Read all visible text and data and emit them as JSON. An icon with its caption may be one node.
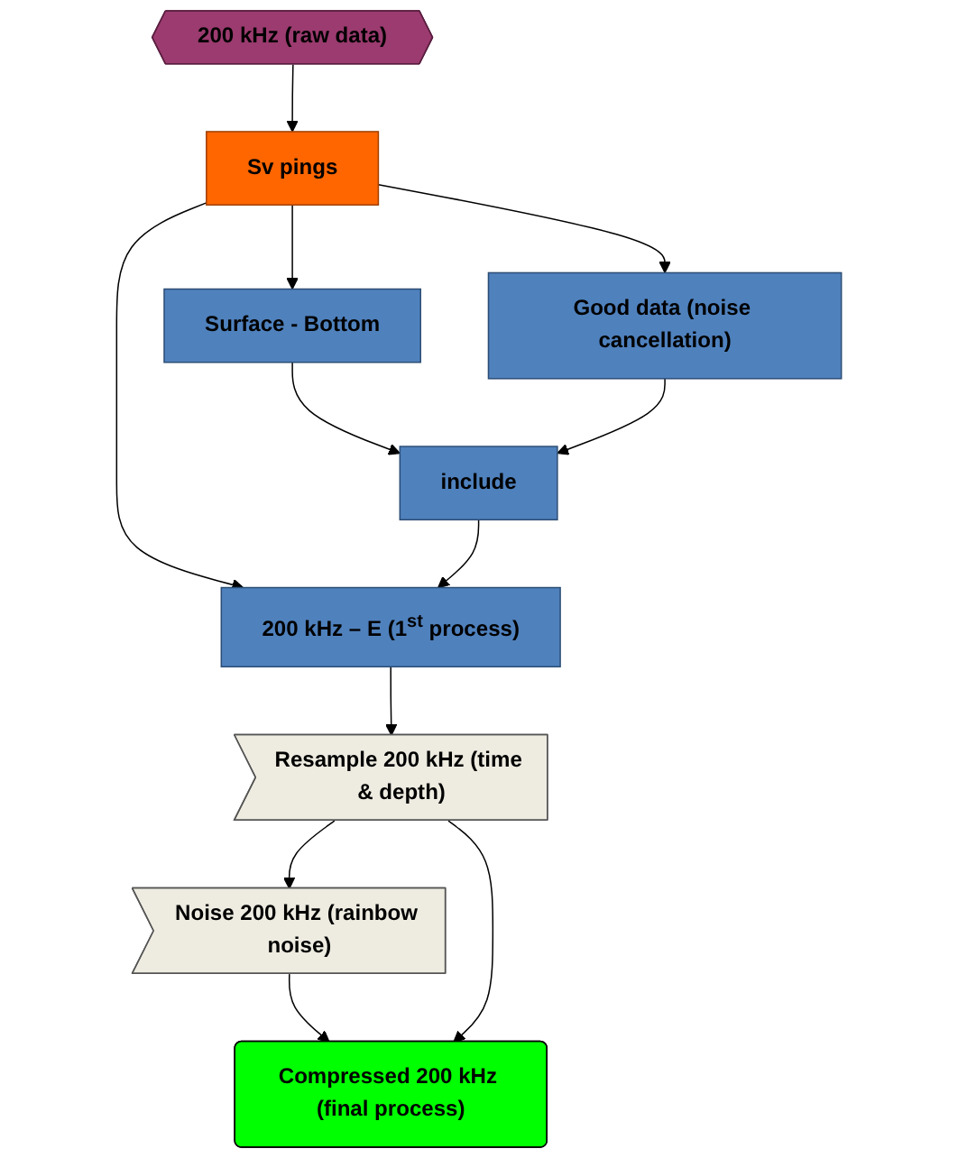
{
  "diagram": {
    "nodes": [
      {
        "text": [
          "200 kHz (raw data)"
        ]
      },
      {
        "text": [
          "Sv pings"
        ]
      },
      {
        "text": [
          "Surface - Bottom"
        ]
      },
      {
        "text": [
          "Good data (noise cancellation)"
        ]
      },
      {
        "text": [
          "include"
        ]
      },
      {
        "text": [
          "200 kHz – E (1$^{st}$ process)"
        ]
      },
      {
        "text": [
          "Noise 200 kHz (rainbow noise)"
        ]
      },
      {
        "text": [
          "Resample 200 kHz (time & depth)"
        ]
      },
      {
        "text": [
          "Compressed 200 kHz (final process)"
        ]
      }
    ],
    "edges": [
      {
        "from": 0,
        "to": 1,
        "arrow": "to"
      },
      {
        "from": 1,
        "to": 2,
        "arrow": "to"
      },
      {
        "from": 1,
        "to": 3,
        "arrow": "to"
      },
      {
        "from": 1,
        "to": 5,
        "arrow": "to"
      },
      {
        "from": 2,
        "to": 4,
        "arrow": "to"
      },
      {
        "from": 3,
        "to": 4,
        "arrow": "to"
      },
      {
        "from": 4,
        "to": 5,
        "arrow": "to"
      },
      {
        "from": 5,
        "to": 7,
        "arrow": "to"
      },
      {
        "from": 7,
        "to": 6,
        "arrow": "to"
      },
      {
        "from": 6,
        "to": 8,
        "arrow": "to"
      },
      {
        "from": 7,
        "to": 8,
        "arrow": "to"
      }
    ]
  }
}
